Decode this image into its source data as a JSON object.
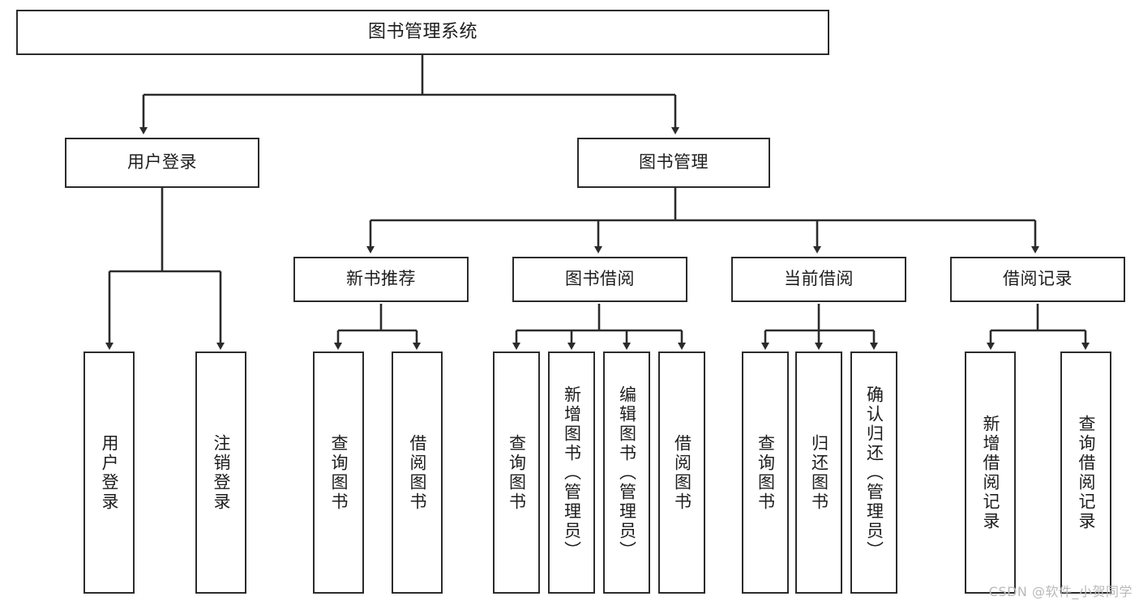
{
  "diagram": {
    "title": "图书管理系统",
    "type": "tree",
    "watermark": "CSDN @软件_小贺同学",
    "colors": {
      "box_border": "#2b2b2b",
      "box_fill": "#ffffff",
      "line": "#2b2b2b",
      "background": "#ffffff",
      "watermark": "#b9b9b9"
    },
    "root": {
      "id": "root",
      "label": "图书管理系统"
    },
    "level2": [
      {
        "id": "user-login",
        "label": "用户登录"
      },
      {
        "id": "book-manage",
        "label": "图书管理"
      }
    ],
    "level3": [
      {
        "id": "new-book-recommend",
        "label": "新书推荐",
        "parent": "book-manage"
      },
      {
        "id": "book-borrow",
        "label": "图书借阅",
        "parent": "book-manage"
      },
      {
        "id": "current-borrow",
        "label": "当前借阅",
        "parent": "book-manage"
      },
      {
        "id": "borrow-record",
        "label": "借阅记录",
        "parent": "book-manage"
      }
    ],
    "leaves": [
      {
        "id": "leaf-user-login",
        "label": "用户登录",
        "parent": "user-login"
      },
      {
        "id": "leaf-logout",
        "label": "注销登录",
        "parent": "user-login"
      },
      {
        "id": "leaf-query-book-1",
        "label": "查询图书",
        "parent": "new-book-recommend"
      },
      {
        "id": "leaf-borrow-book-1",
        "label": "借阅图书",
        "parent": "new-book-recommend"
      },
      {
        "id": "leaf-query-book-2",
        "label": "查询图书",
        "parent": "book-borrow"
      },
      {
        "id": "leaf-add-book",
        "label": "新增图书（管理员）",
        "parent": "book-borrow"
      },
      {
        "id": "leaf-edit-book",
        "label": "编辑图书（管理员）",
        "parent": "book-borrow"
      },
      {
        "id": "leaf-borrow-book-2",
        "label": "借阅图书",
        "parent": "book-borrow"
      },
      {
        "id": "leaf-query-book-3",
        "label": "查询图书",
        "parent": "current-borrow"
      },
      {
        "id": "leaf-return-book",
        "label": "归还图书",
        "parent": "current-borrow"
      },
      {
        "id": "leaf-confirm-return",
        "label": "确认归还（管理员）",
        "parent": "current-borrow"
      },
      {
        "id": "leaf-add-record",
        "label": "新增借阅记录",
        "parent": "borrow-record"
      },
      {
        "id": "leaf-query-record",
        "label": "查询借阅记录",
        "parent": "borrow-record"
      }
    ]
  }
}
